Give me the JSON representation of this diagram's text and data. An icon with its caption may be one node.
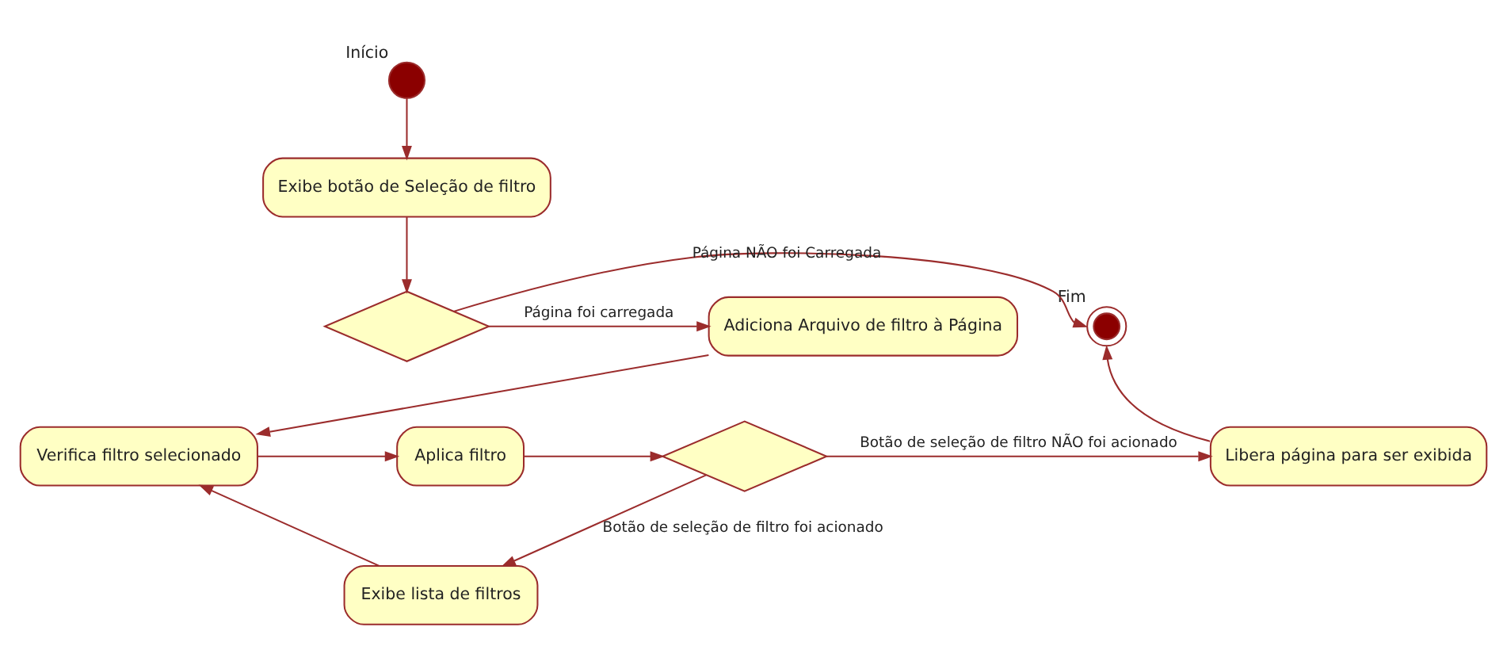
{
  "diagram": {
    "nodes": [
      {
        "text": [],
        "shape": "circle",
        "beside": [
          "Início"
        ]
      },
      {
        "text": [
          "Exibe botão de Seleção de filtro"
        ]
      },
      {
        "text": [],
        "shape": "diamond"
      },
      {
        "text": [
          "Adiciona Arquivo de filtro à Página"
        ]
      },
      {
        "text": [],
        "shape": "circle",
        "beside": [
          "Fim"
        ]
      },
      {
        "text": [
          "Verifica filtro selecionado"
        ]
      },
      {
        "text": [
          "Aplica filtro"
        ]
      },
      {
        "text": [],
        "shape": "diamond"
      },
      {
        "text": [
          "Libera página para ser exibida"
        ]
      },
      {
        "text": [
          "Exibe lista de filtros"
        ]
      }
    ],
    "edges": [
      {
        "from": 0,
        "to": 1,
        "arrow": "to"
      },
      {
        "from": 1,
        "to": 2,
        "arrow": "to"
      },
      {
        "from": 2,
        "to": 3,
        "arrow": "to",
        "label": "Página foi carregada"
      },
      {
        "from": 2,
        "to": 4,
        "arrow": "to",
        "label": "Página NÃO foi Carregada"
      },
      {
        "from": 3,
        "to": 5,
        "arrow": "to"
      },
      {
        "from": 5,
        "to": 6,
        "arrow": "to"
      },
      {
        "from": 6,
        "to": 7,
        "arrow": "to"
      },
      {
        "from": 7,
        "to": 8,
        "arrow": "to",
        "label": "Botão de seleção de filtro NÃO foi acionado"
      },
      {
        "from": 7,
        "to": 9,
        "arrow": "to",
        "label": "Botão de seleção de filtro foi acionado"
      },
      {
        "from": 9,
        "to": 5,
        "arrow": "to"
      },
      {
        "from": 8,
        "to": 4,
        "arrow": "to"
      }
    ]
  }
}
